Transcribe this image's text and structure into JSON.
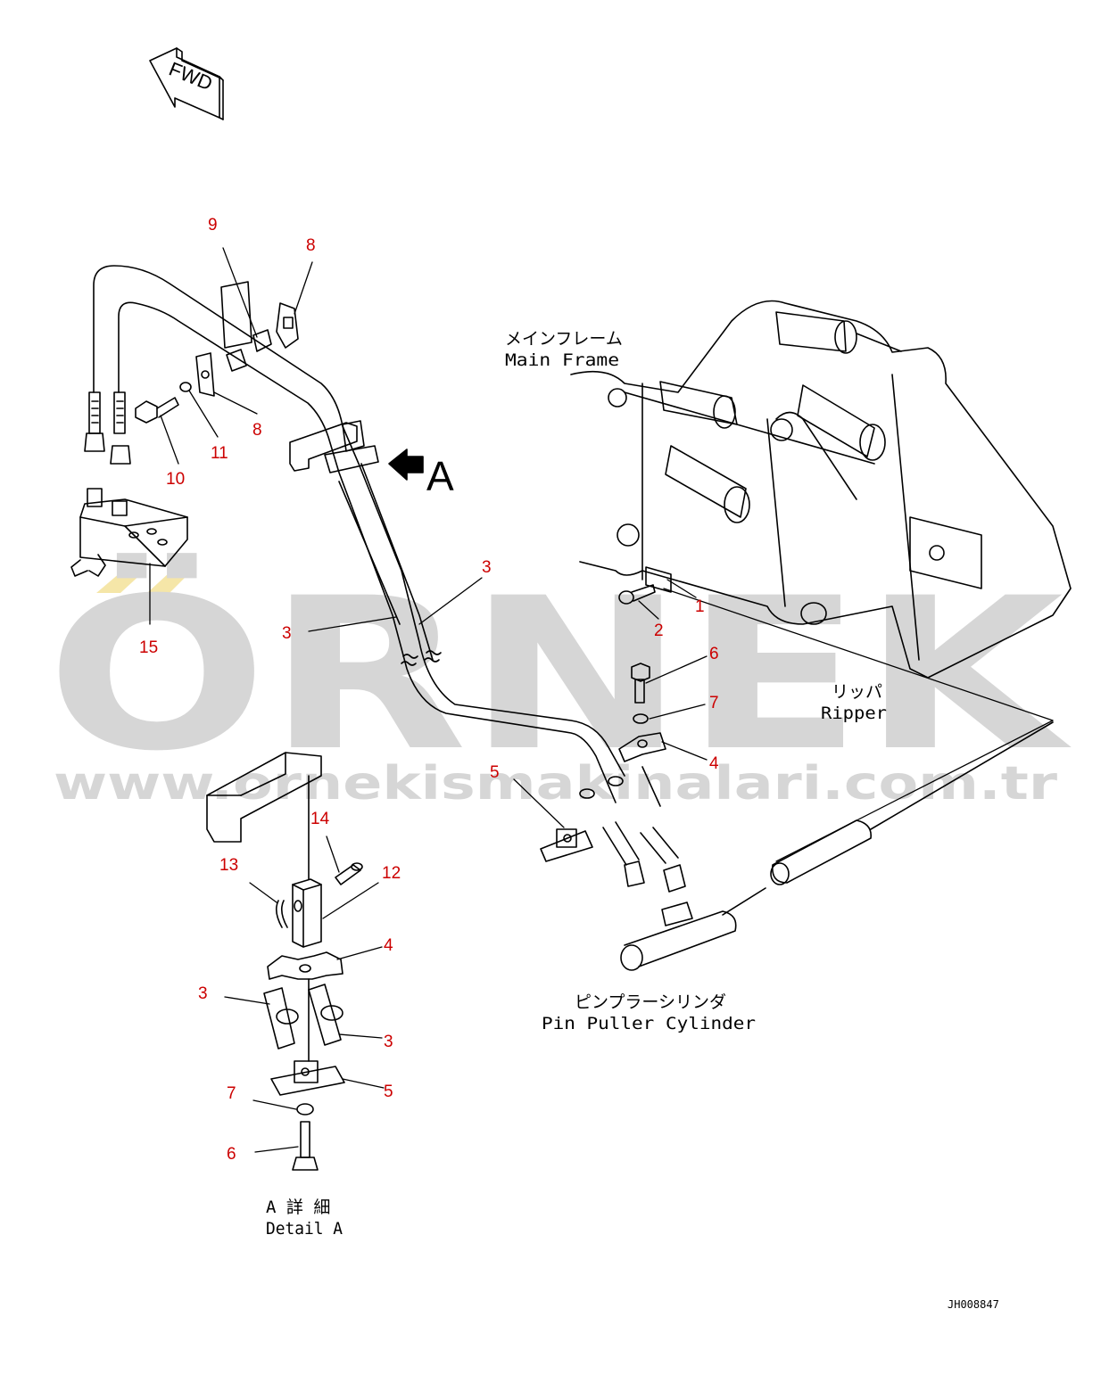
{
  "colors": {
    "line": "#000000",
    "callout": "#cc0000",
    "watermark": "#d6d6d6",
    "watermark_accent": "#f5e6a8"
  },
  "fwd_label": "FWD",
  "view_marker": "A",
  "watermark": {
    "brand": "ÖRNEK",
    "url": "www.ornekismakinalari.com.tr"
  },
  "captions": {
    "main_frame_jp": "メインフレーム",
    "main_frame_en": "Main Frame",
    "ripper_jp": "リッパ",
    "ripper_en": "Ripper",
    "pin_puller_jp": "ピンプラーシリンダ",
    "pin_puller_en": "Pin Puller Cylinder",
    "detail_jp": "A 詳 細",
    "detail_en": "Detail A"
  },
  "drawing_code": "JH008847",
  "callouts": {
    "c9": "9",
    "c8a": "8",
    "c8b": "8",
    "c10": "10",
    "c11": "11",
    "c15": "15",
    "c3a": "3",
    "c3b": "3",
    "c1": "1",
    "c2": "2",
    "c6a": "6",
    "c7a": "7",
    "c4a": "4",
    "c5a": "5",
    "c14": "14",
    "c13": "13",
    "c12": "12",
    "c4b": "4",
    "c3c": "3",
    "c3d": "3",
    "c7b": "7",
    "c5b": "5",
    "c6b": "6"
  }
}
